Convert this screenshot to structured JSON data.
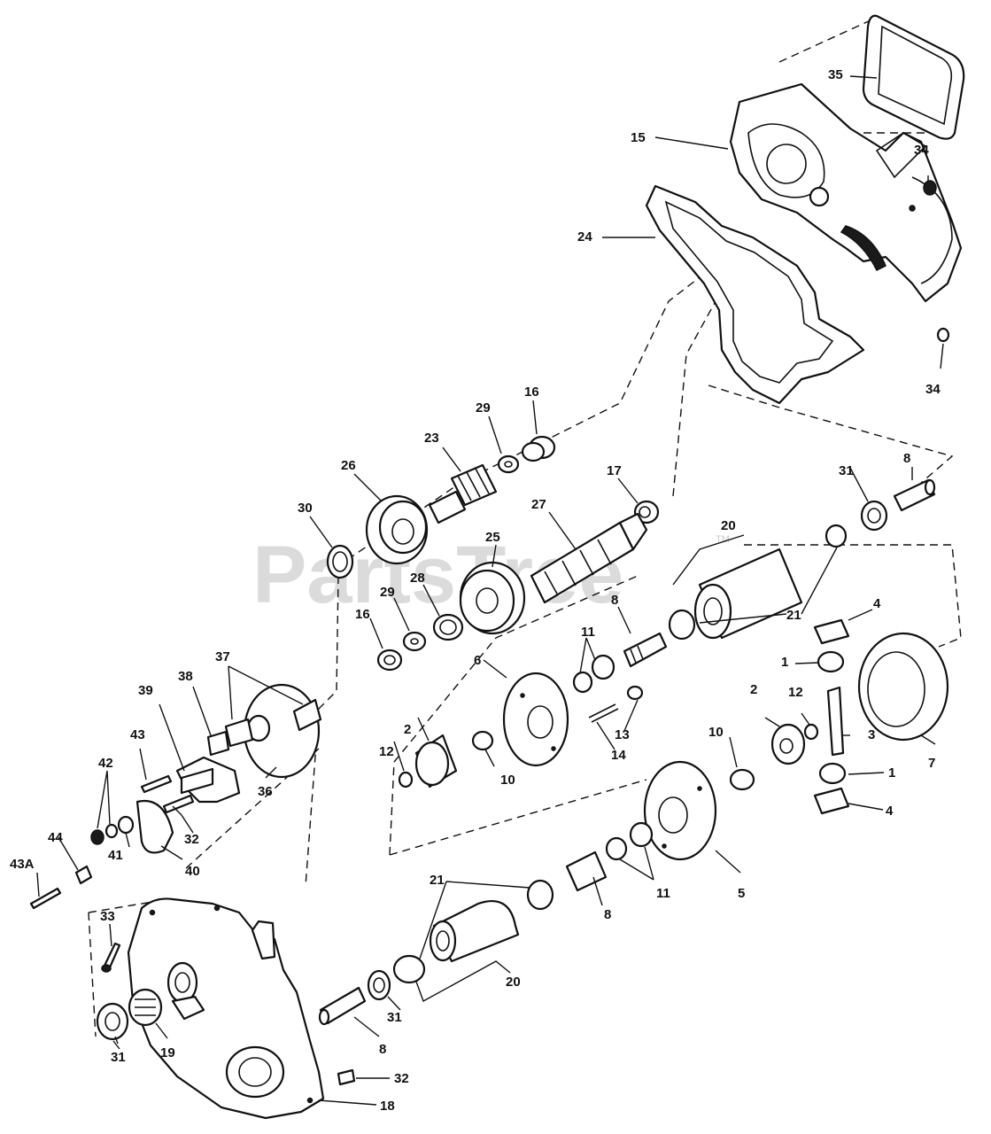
{
  "watermark": {
    "text": "PartsTree",
    "tm": "TM"
  },
  "labels": [
    {
      "id": "l35",
      "text": "35"
    },
    {
      "id": "l15",
      "text": "15"
    },
    {
      "id": "l34a",
      "text": "34"
    },
    {
      "id": "l24",
      "text": "24"
    },
    {
      "id": "l34b",
      "text": "34"
    },
    {
      "id": "l16a",
      "text": "16"
    },
    {
      "id": "l29a",
      "text": "29"
    },
    {
      "id": "l23",
      "text": "23"
    },
    {
      "id": "l26",
      "text": "26"
    },
    {
      "id": "l17",
      "text": "17"
    },
    {
      "id": "l31a",
      "text": "31"
    },
    {
      "id": "l8a",
      "text": "8"
    },
    {
      "id": "l30",
      "text": "30"
    },
    {
      "id": "l27",
      "text": "27"
    },
    {
      "id": "l25",
      "text": "25"
    },
    {
      "id": "l20a",
      "text": "20"
    },
    {
      "id": "l28",
      "text": "28"
    },
    {
      "id": "l29b",
      "text": "29"
    },
    {
      "id": "l16b",
      "text": "16"
    },
    {
      "id": "l8b",
      "text": "8"
    },
    {
      "id": "l21a",
      "text": "21"
    },
    {
      "id": "l4a",
      "text": "4"
    },
    {
      "id": "l37",
      "text": "37"
    },
    {
      "id": "l11a",
      "text": "11"
    },
    {
      "id": "l1a",
      "text": "1"
    },
    {
      "id": "l6",
      "text": "6"
    },
    {
      "id": "l39",
      "text": "39"
    },
    {
      "id": "l38",
      "text": "38"
    },
    {
      "id": "l2a",
      "text": "2"
    },
    {
      "id": "l12a",
      "text": "12"
    },
    {
      "id": "l13",
      "text": "13"
    },
    {
      "id": "l43",
      "text": "43"
    },
    {
      "id": "l3",
      "text": "3"
    },
    {
      "id": "l14",
      "text": "14"
    },
    {
      "id": "l12b",
      "text": "12"
    },
    {
      "id": "l2b",
      "text": "2"
    },
    {
      "id": "l10a",
      "text": "10"
    },
    {
      "id": "l7",
      "text": "7"
    },
    {
      "id": "l42",
      "text": "42"
    },
    {
      "id": "l36",
      "text": "36"
    },
    {
      "id": "l10b",
      "text": "10"
    },
    {
      "id": "l1b",
      "text": "1"
    },
    {
      "id": "l32a",
      "text": "32"
    },
    {
      "id": "l4b",
      "text": "4"
    },
    {
      "id": "l44",
      "text": "44"
    },
    {
      "id": "l41",
      "text": "41"
    },
    {
      "id": "l40",
      "text": "40"
    },
    {
      "id": "l43a",
      "text": "43A"
    },
    {
      "id": "l21b",
      "text": "21"
    },
    {
      "id": "l5",
      "text": "5"
    },
    {
      "id": "l11b",
      "text": "11"
    },
    {
      "id": "l8c",
      "text": "8"
    },
    {
      "id": "l33",
      "text": "33"
    },
    {
      "id": "l20b",
      "text": "20"
    },
    {
      "id": "l31b",
      "text": "31"
    },
    {
      "id": "l19",
      "text": "19"
    },
    {
      "id": "l8d",
      "text": "8"
    },
    {
      "id": "l31c",
      "text": "31"
    },
    {
      "id": "l32b",
      "text": "32"
    },
    {
      "id": "l18",
      "text": "18"
    }
  ]
}
